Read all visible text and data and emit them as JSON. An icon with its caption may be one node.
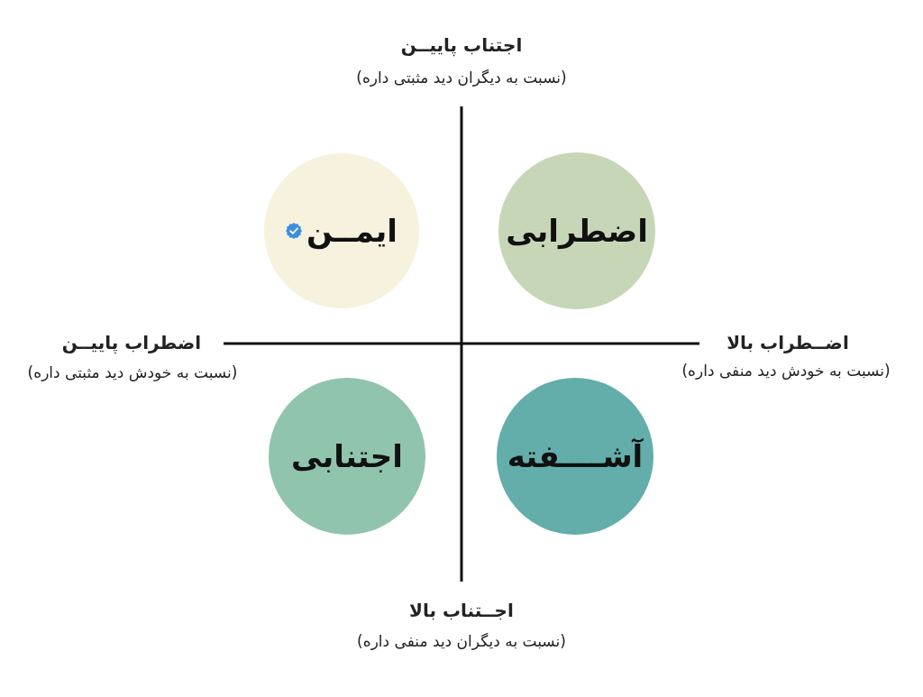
{
  "diagram": {
    "nodes": [
      {
        "text": [
          "اضطرابی"
        ]
      },
      {
        "text": [
          "ایمــن"
        ]
      },
      {
        "text": [
          "آشــــفته"
        ]
      },
      {
        "text": [
          "اجتنابی"
        ]
      }
    ],
    "labels": [
      "اجتناب پاییــن",
      "(نسبت به دیگران دید مثبتی داره)",
      "اضــطراب بالا",
      "(نسبت به خودش دید منفی داره)",
      "اضطراب پاییــن",
      "(نسبت به خودش دید مثبتی داره)",
      "اجــتناب بالا",
      "(نسبت به دیگران دید منفی داره)"
    ]
  }
}
